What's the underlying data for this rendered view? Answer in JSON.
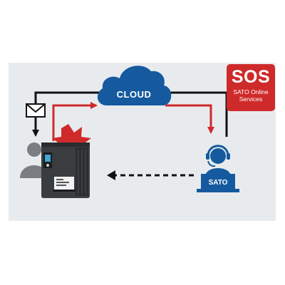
{
  "cloud": {
    "label": "CLOUD",
    "color": "#155a9e"
  },
  "sos": {
    "title": "SOS",
    "subtitle_line1": "SATO Online",
    "subtitle_line2": "Services",
    "color": "#cf2a2a"
  },
  "operator": {
    "badge": "SATO",
    "color": "#155a9e"
  },
  "icons": {
    "mail": "envelope-icon",
    "alert": "alert-burst-icon",
    "user": "user-silhouette-icon",
    "printer": "label-printer-icon",
    "support": "headset-operator-icon"
  },
  "colors": {
    "panel": "#e8ebee",
    "black_line": "#111111",
    "red_line": "#cf2a2a",
    "printer_body": "#3a3d40",
    "user": "#7a7e83"
  }
}
